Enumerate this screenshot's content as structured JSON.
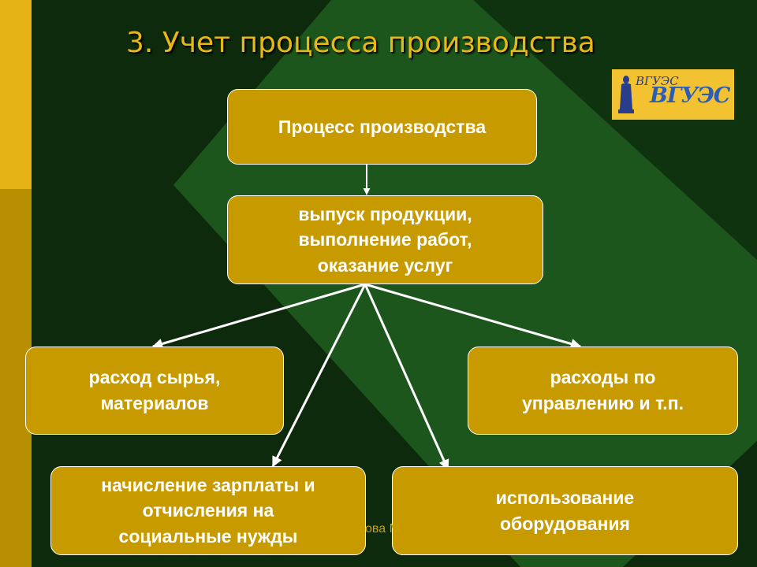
{
  "slide": {
    "title": "3. Учет процесса производства",
    "footer": "ова М"
  },
  "logo": {
    "text_small": "ВГУЭС",
    "text_large": "ВГУЭС"
  },
  "diagram": {
    "root": "Процесс производства",
    "output": "выпуск продукции,\nвыполнение работ,\n оказание услуг",
    "costs": {
      "materials": "расход сырья,\nматериалов",
      "management": "расходы по\nуправлению  и т.п.",
      "salary": "начисление зарплаты и\nотчисления на\nсоциальные  нужды",
      "equipment": "использование\nоборудования"
    }
  },
  "colors": {
    "box_fill": "#c79a00",
    "title_text": "#e8b818",
    "background_dark": "#0d2a0d",
    "background_light": "#1e5a1e",
    "side_bar": "#e6b314"
  }
}
